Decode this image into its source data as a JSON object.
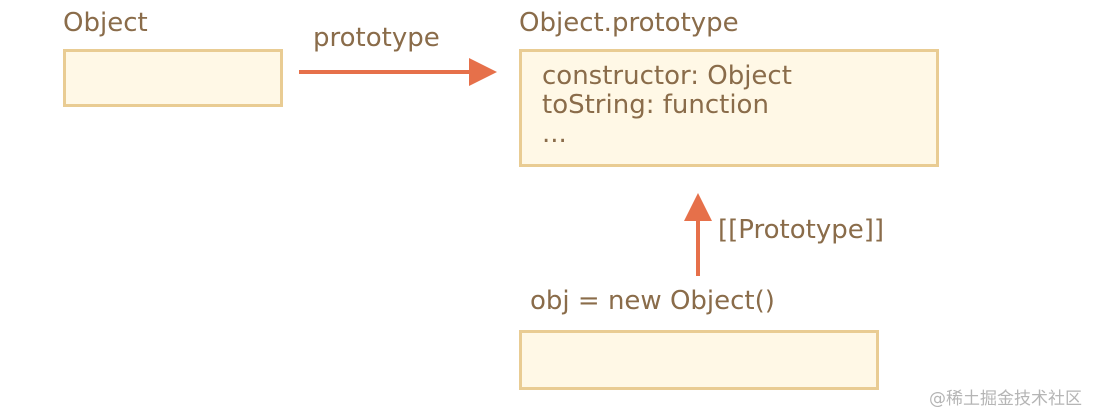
{
  "nodes": {
    "object": {
      "title": "Object"
    },
    "object_prototype": {
      "title": "Object.prototype",
      "lines": [
        "constructor: Object",
        "toString: function",
        "..."
      ]
    },
    "obj": {
      "title": "obj = new Object()"
    }
  },
  "edges": {
    "prototype_label": "prototype",
    "proto_link_label": "[[Prototype]]"
  },
  "colors": {
    "box_fill": "#fff8e6",
    "box_border": "#e9cc93",
    "text": "#8a6c4a",
    "arrow": "#e6704a"
  },
  "watermark": "@稀土掘金技术社区"
}
